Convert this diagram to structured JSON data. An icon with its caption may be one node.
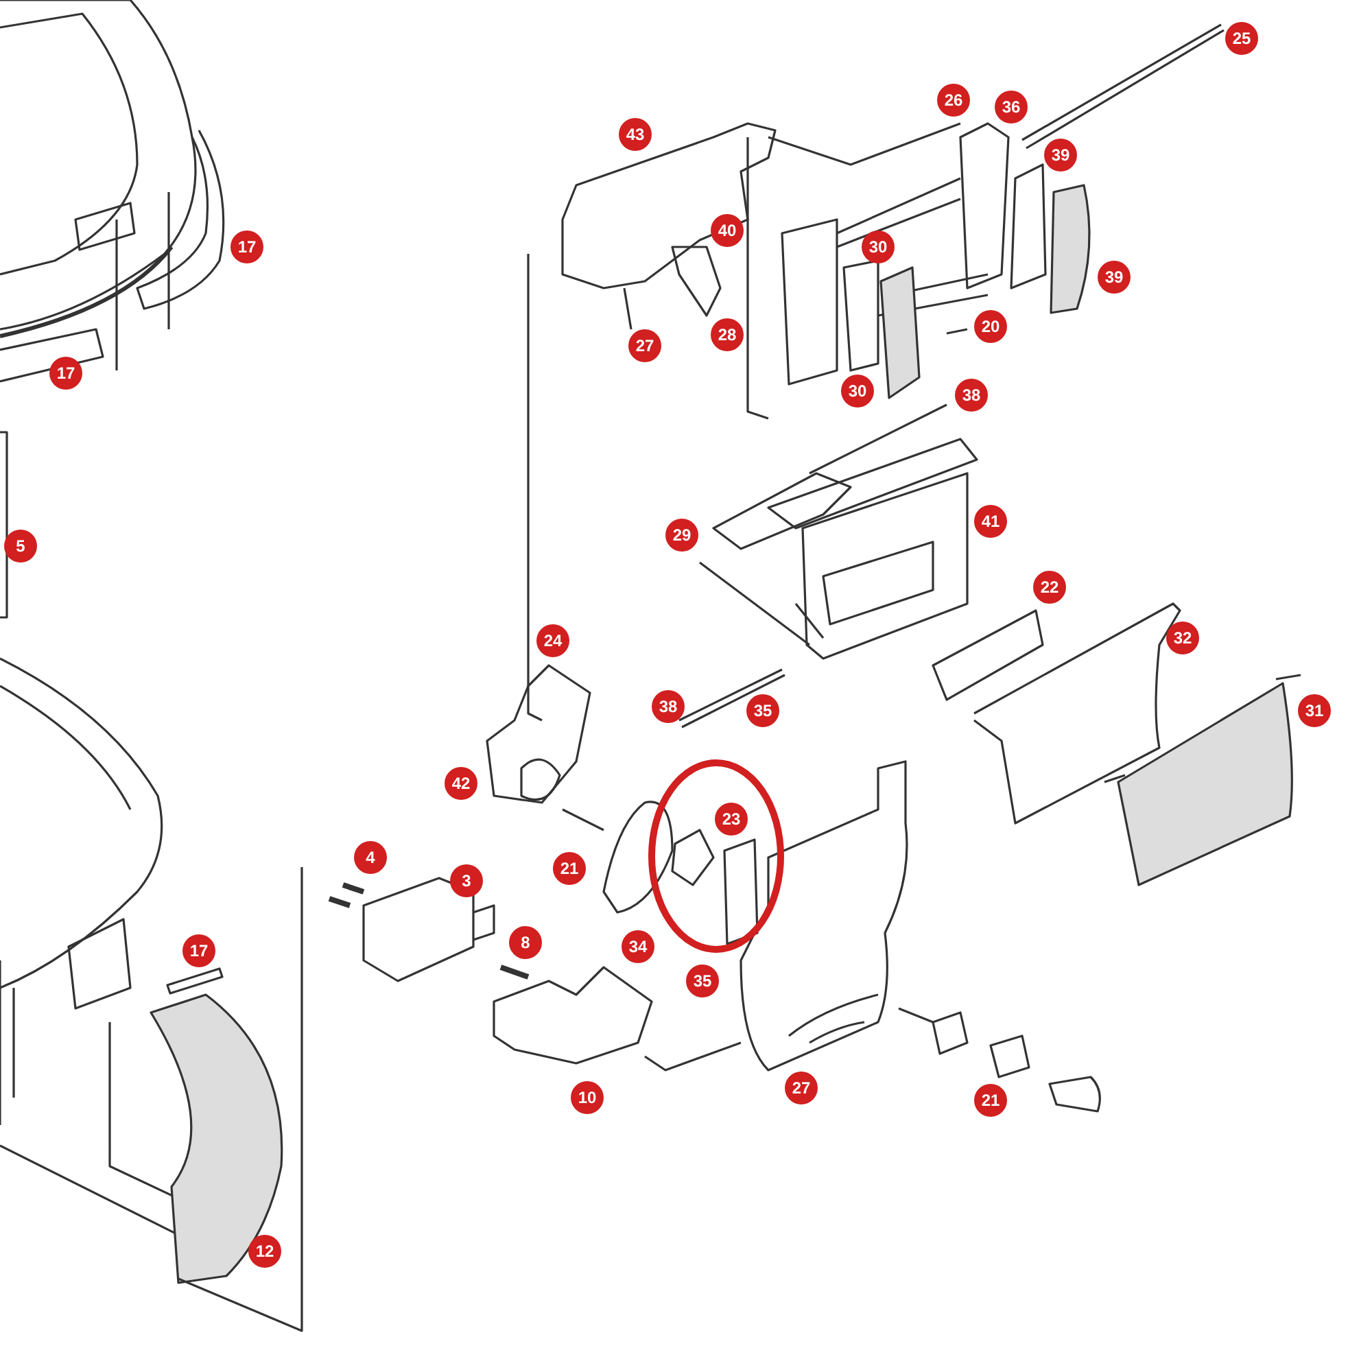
{
  "diagram": {
    "labels": [
      "25",
      "26",
      "36",
      "43",
      "39",
      "40",
      "17",
      "30",
      "39",
      "20",
      "28",
      "27",
      "17",
      "30",
      "38",
      "41",
      "29",
      "5",
      "22",
      "24",
      "32",
      "38",
      "35",
      "31",
      "42",
      "23",
      "4",
      "21",
      "3",
      "17",
      "8",
      "34",
      "35",
      "27",
      "10",
      "21",
      "12"
    ]
  }
}
